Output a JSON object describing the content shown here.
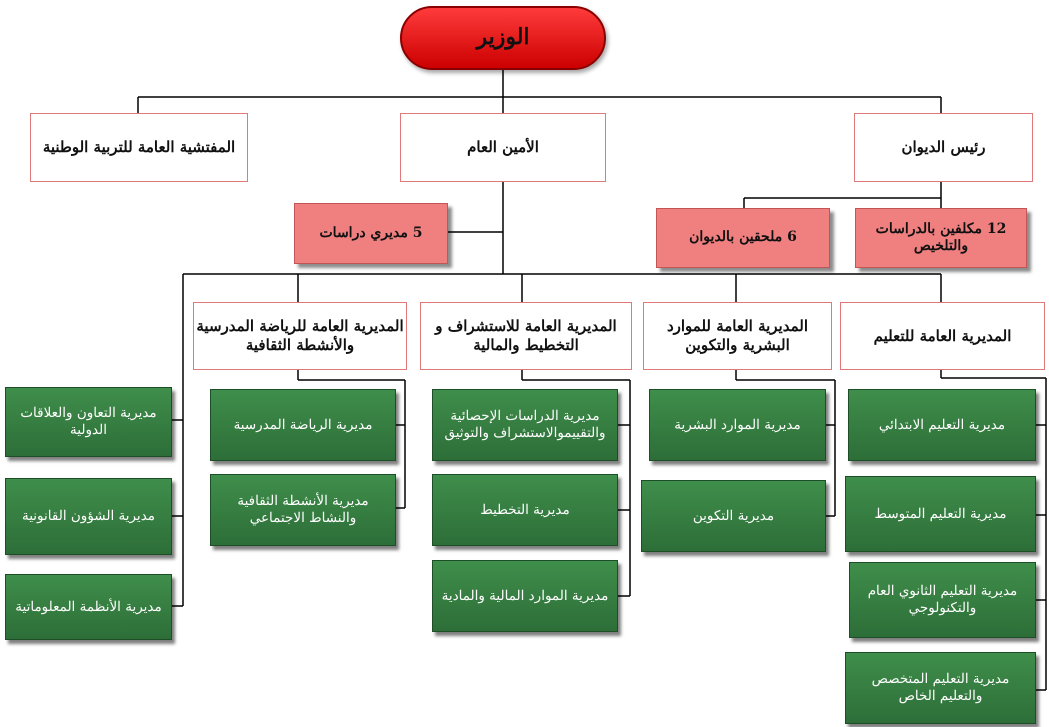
{
  "minister": "الوزير",
  "top_level": {
    "inspectorate": "المفتشية العامة للتربية الوطنية",
    "secretary_general": "الأمين العام",
    "chief_of_staff": "رئيس الديوان"
  },
  "advisors": {
    "studies_directors": "5 مديري دراسات",
    "cabinet_attaches": "6 ملحقين بالديوان",
    "studies_officers": "12 مكلفين بالدراسات والتلخيص"
  },
  "general_directorates": {
    "sports_culture": "المديرية العامة للرياضة المدرسية والأنشطة الثقافية",
    "planning_finance": "المديرية العامة للاستشراف و التخطيط والمالية",
    "hr_training": "المديرية العامة للموارد البشرية والتكوين",
    "education": "المديرية العامة للتعليم"
  },
  "independent_directorates": [
    "مديرية التعاون والعلاقات الدولية",
    "مديرية الشؤون القانونية",
    "مديرية الأنظمة المعلوماتية"
  ],
  "sports_culture_directorates": [
    "مديرية الرياضة المدرسية",
    "مديرية الأنشطة الثقافية والنشاط الاجتماعي"
  ],
  "planning_finance_directorates": [
    "مديرية الدراسات الإحصائية والتقييموالاستشراف والتوثيق",
    "مديرية التخطيط",
    "مديرية الموارد المالية والمادية"
  ],
  "hr_training_directorates": [
    "مديرية الموارد البشرية",
    "مديرية التكوين"
  ],
  "education_directorates": [
    "مديرية التعليم الابتدائي",
    "مديرية التعليم المتوسط",
    "مديرية التعليم الثانوي العام والتكنولوجي",
    "مديرية التعليم المتخصص والتعليم الخاص"
  ]
}
